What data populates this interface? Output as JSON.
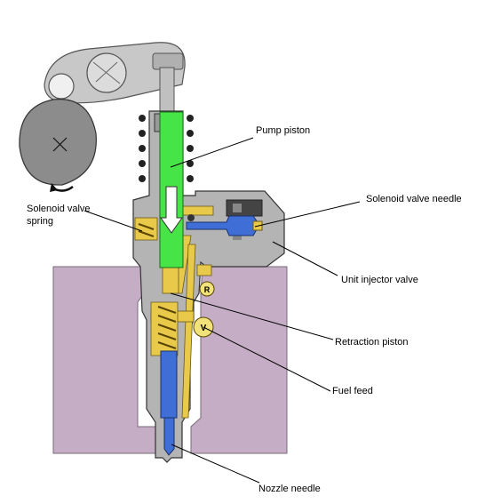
{
  "labels": {
    "pump_piston": "Pump piston",
    "solenoid_valve_needle": "Solenoid valve needle",
    "solenoid_valve_spring_line1": "Solenoid valve",
    "solenoid_valve_spring_line2": "spring",
    "unit_injector_valve": "Unit injector valve",
    "retraction_piston": "Retraction piston",
    "fuel_feed": "Fuel feed",
    "nozzle_needle": "Nozzle needle"
  },
  "markers": {
    "return": "R",
    "feed": "V"
  },
  "colors": {
    "engine_block": "#c4adc5",
    "injector_body": "#b4b4b4",
    "fuel": "#e8c94a",
    "pump_piston": "#47e447",
    "needle": "#3f6fd6",
    "cam": "#8c8c8c",
    "rocker": "#c8c8c8"
  }
}
